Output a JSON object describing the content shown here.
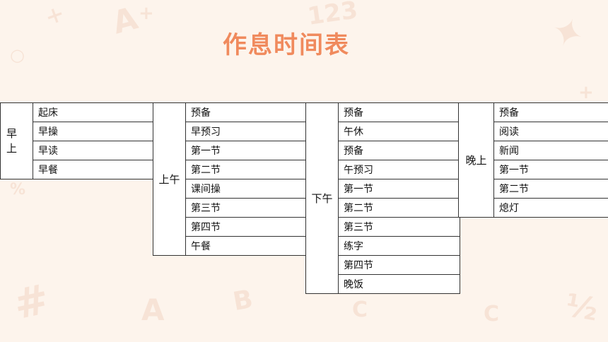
{
  "title": "作息时间表",
  "colors": {
    "title": "#f08a5d",
    "background": "#fdf4ec",
    "decoration": "#f7e3d6",
    "border": "#333333"
  },
  "sections": [
    {
      "label": "早上",
      "label_chars": [
        "早",
        "上"
      ],
      "items": [
        "起床",
        "早操",
        "早读",
        "早餐"
      ]
    },
    {
      "label": "上午",
      "items": [
        "预备",
        "早预习",
        "第一节",
        "第二节",
        "课间操",
        "第三节",
        "第四节",
        "午餐"
      ]
    },
    {
      "label": "下午",
      "items": [
        "预备",
        "午休",
        "预备",
        "午预习",
        "第一节",
        "第二节",
        "第三节",
        "练字",
        "第四节",
        "晚饭"
      ]
    },
    {
      "label": "晚上",
      "items": [
        "预备",
        "阅读",
        "新闻",
        "第一节",
        "第二节",
        "熄灯"
      ]
    }
  ]
}
